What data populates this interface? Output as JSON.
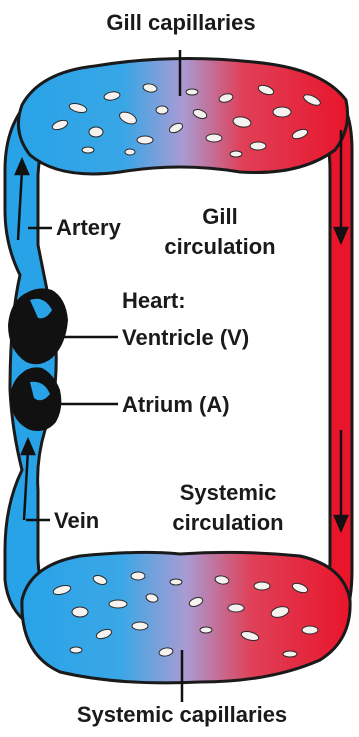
{
  "labels": {
    "gill_capillaries": "Gill capillaries",
    "gill_circulation_line1": "Gill",
    "gill_circulation_line2": "circulation",
    "artery": "Artery",
    "heart": "Heart:",
    "ventricle": "Ventricle (V)",
    "atrium": "Atrium (A)",
    "vein": "Vein",
    "systemic_circulation_line1": "Systemic",
    "systemic_circulation_line2": "circulation",
    "systemic_capillaries": "Systemic capillaries"
  },
  "colors": {
    "deoxygenated": "#29a3e8",
    "oxygenated": "#e8152b",
    "capillary_mix": "#a79ad2",
    "outline": "#1a1a1a",
    "heart": "#111111",
    "background": "#ffffff"
  }
}
